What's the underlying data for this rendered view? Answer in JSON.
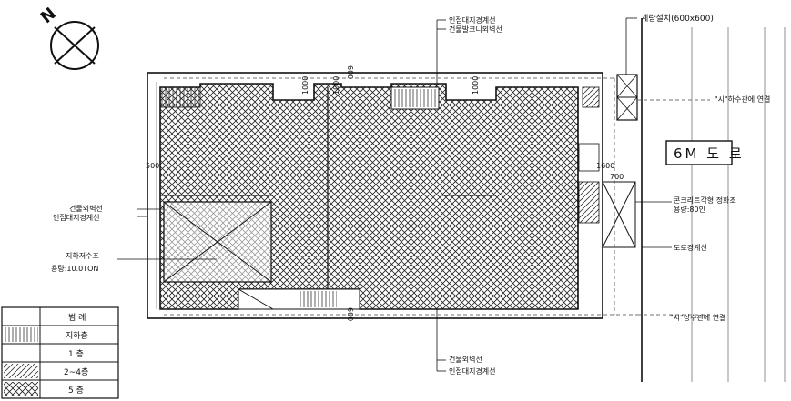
{
  "drawing": {
    "north_letter": "N",
    "road_label": "6M 도 로",
    "dims": {
      "d1000_a": "1000",
      "d1000_b": "1000",
      "d1000_c": "1000",
      "d500": "500",
      "d600_top": "600",
      "d600_bot": "600",
      "d1600": "1600",
      "d700": "700"
    },
    "labels": {
      "top_line1": "인접대지경계선",
      "top_line2": "건물발코니외벽선",
      "meter": "계량설치(600x600)",
      "sewer": "\"시\"하수관에 연결",
      "left_wall": "건물외벽선",
      "left_boundary": "인접대지경계선",
      "tank_name": "지하저수조",
      "tank_capacity": "용량:10.0TON",
      "septic_name": "콘크리트각형 정화조",
      "septic_capacity": "용량:80인",
      "road_boundary": "도로경계선",
      "water": "\"시\"상수관에 연결",
      "bottom_wall": "건물외벽선",
      "bottom_boundary": "인접대지경계선"
    },
    "legend": {
      "title": "범 례",
      "rows": [
        "지하층",
        "1 층",
        "2~4층",
        "5 층"
      ]
    }
  }
}
